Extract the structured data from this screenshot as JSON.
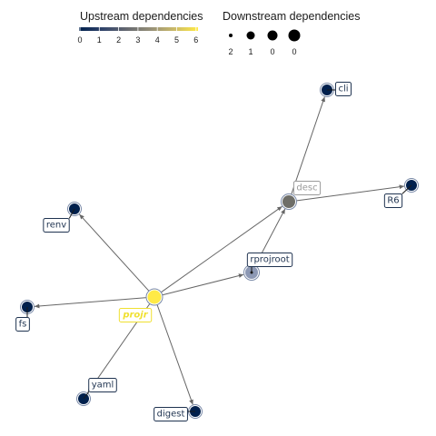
{
  "legend": {
    "upstream_title": "Upstream dependencies",
    "upstream_ticks": [
      "0",
      "1",
      "2",
      "3",
      "4",
      "5",
      "6"
    ],
    "colorscale": [
      "#00204D",
      "#31446B",
      "#666970",
      "#958F78",
      "#CBBA69",
      "#FFEA46"
    ],
    "downstream_title": "Downstream dependencies",
    "downstream_ticks": [
      "2",
      "1",
      "0",
      "0"
    ]
  },
  "nodes": [
    {
      "id": "projr",
      "label": "projr",
      "color": "#FFEA46",
      "label_color": "#F0E030",
      "label_style": "bold-italic"
    },
    {
      "id": "desc",
      "label": "desc",
      "color": "#6E6E68",
      "label_color": "#9A9A9A"
    },
    {
      "id": "rprojroot",
      "label": "rprojroot",
      "color": "#8C98B4",
      "label_color": "#1F3350"
    },
    {
      "id": "cli",
      "label": "cli",
      "color": "#00204D",
      "label_color": "#1F3350"
    },
    {
      "id": "R6",
      "label": "R6",
      "color": "#00204D",
      "label_color": "#1F3350"
    },
    {
      "id": "renv",
      "label": "renv",
      "color": "#00204D",
      "label_color": "#1F3350"
    },
    {
      "id": "fs",
      "label": "fs",
      "color": "#00204D",
      "label_color": "#1F3350"
    },
    {
      "id": "yaml",
      "label": "yaml",
      "color": "#00204D",
      "label_color": "#1F3350"
    },
    {
      "id": "digest",
      "label": "digest",
      "color": "#00204D",
      "label_color": "#1F3350"
    }
  ],
  "edges": [
    {
      "from": "projr",
      "to": "desc"
    },
    {
      "from": "projr",
      "to": "rprojroot"
    },
    {
      "from": "projr",
      "to": "renv"
    },
    {
      "from": "projr",
      "to": "fs"
    },
    {
      "from": "projr",
      "to": "yaml"
    },
    {
      "from": "projr",
      "to": "digest"
    },
    {
      "from": "desc",
      "to": "cli"
    },
    {
      "from": "desc",
      "to": "R6"
    },
    {
      "from": "rprojroot",
      "to": "desc"
    }
  ]
}
